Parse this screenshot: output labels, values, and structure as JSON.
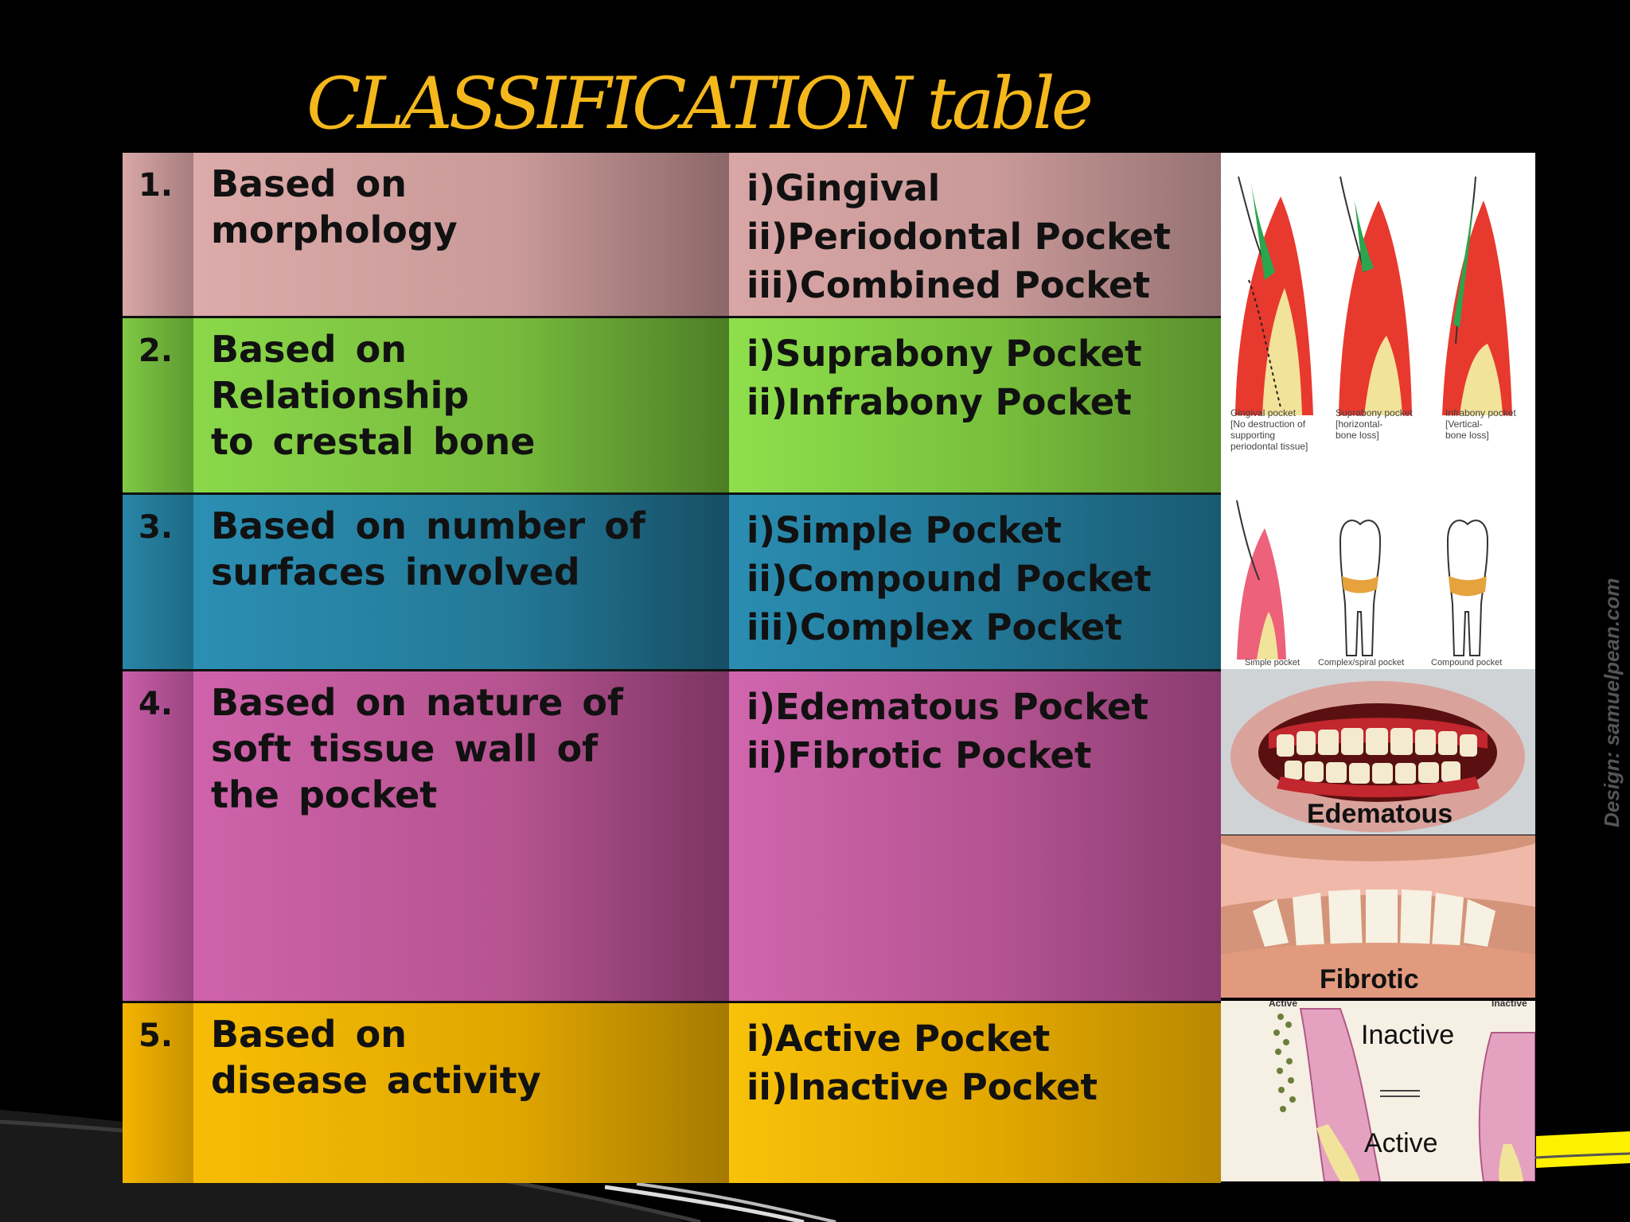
{
  "title": "CLASSIFICATION table",
  "rows": [
    {
      "num": "1.",
      "basis": [
        "Based on",
        "morphology"
      ],
      "types": [
        "i)Gingival",
        "ii)Periodontal Pocket",
        "iii)Combined Pocket"
      ]
    },
    {
      "num": "2.",
      "basis": [
        "Based on",
        "Relationship",
        "to crestal bone"
      ],
      "types": [
        "i)Suprabony Pocket",
        "ii)Infrabony Pocket"
      ]
    },
    {
      "num": "3.",
      "basis": [
        "Based on number of",
        "surfaces involved"
      ],
      "types": [
        "i)Simple Pocket",
        "ii)Compound Pocket",
        "iii)Complex Pocket"
      ]
    },
    {
      "num": "4.",
      "basis": [
        "Based on nature of",
        "soft tissue wall of",
        "the pocket"
      ],
      "types": [
        "i)Edematous Pocket",
        "ii)Fibrotic Pocket"
      ]
    },
    {
      "num": "5.",
      "basis": [
        "Based on",
        "disease activity"
      ],
      "types": [
        "i)Active Pocket",
        "ii)Inactive Pocket"
      ]
    }
  ],
  "images": {
    "morphology": {
      "captions": [
        [
          "Gingival pocket",
          "[No destruction of",
          "supporting",
          "periodontal tissue]"
        ],
        [
          "Suprabony pocket",
          "[horizontal-",
          "bone loss]"
        ],
        [
          "Infrabony pocket",
          "[Vertical-",
          "bone loss]"
        ]
      ]
    },
    "surfaces": {
      "captions": [
        "Simple pocket",
        "Complex/spiral pocket",
        "Compound pocket"
      ]
    },
    "edematous": {
      "label": "Edematous"
    },
    "fibrotic": {
      "label": "Fibrotic"
    },
    "activity": {
      "top_left": "Active",
      "top_right": "Inactive",
      "label_inactive": "Inactive",
      "label_active": "Active"
    }
  },
  "watermark": "Design: samuelpean.com"
}
